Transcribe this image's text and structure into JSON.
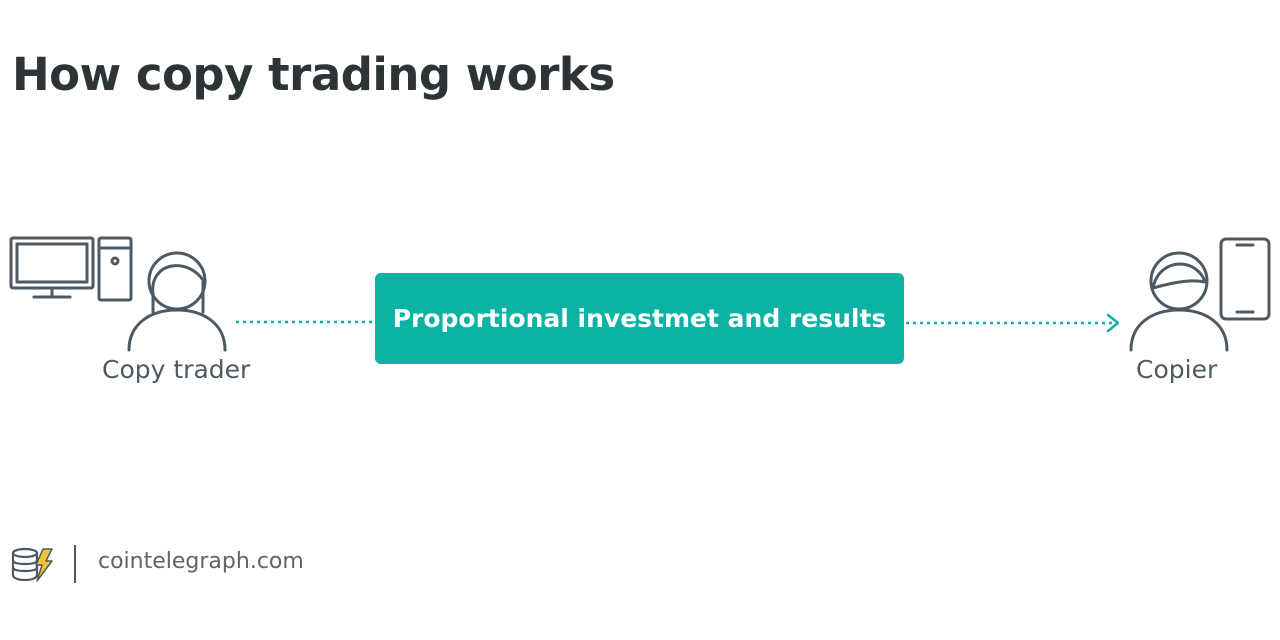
{
  "diagram": {
    "title": "How copy trading works",
    "left_label": "Copy trader",
    "right_label": "Copier",
    "center_label": "Proportional investmet and results"
  },
  "footer": {
    "source": "cointelegraph.com"
  },
  "icons": {
    "left_device": "desktop-computer-icon",
    "left_person": "person-icon",
    "right_device": "smartphone-icon",
    "right_person": "person-icon",
    "arrow": "dotted-arrow",
    "logo": "cointelegraph-logo"
  },
  "colors": {
    "accent": "#0cb3a4",
    "title": "#2c3438",
    "icon_stroke": "#4d5a63",
    "logo_accent": "#f2c230"
  }
}
